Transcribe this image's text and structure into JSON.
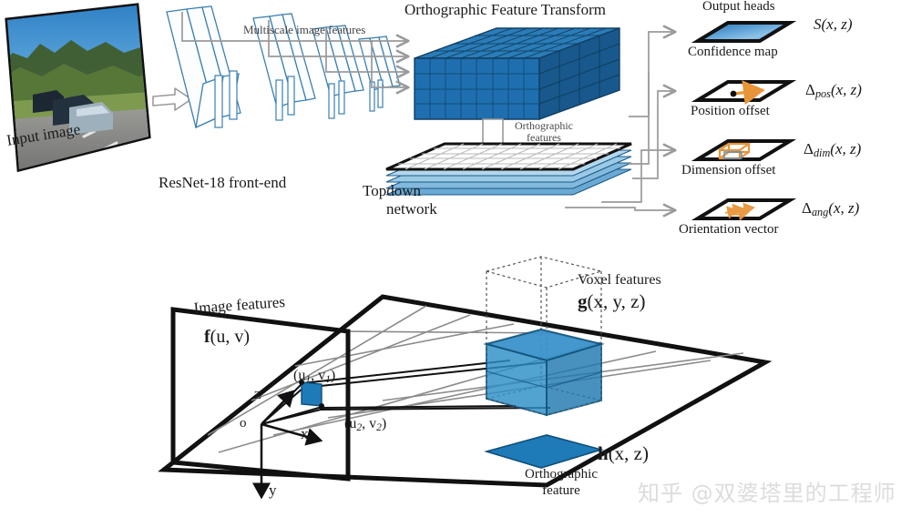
{
  "figure": {
    "title_top": "Orthographic Feature Transform",
    "watermark": "知乎 @双婆塔里的工程师"
  },
  "pipeline": {
    "input_image_label": "Input image",
    "backbone_label": "ResNet-18 front-end",
    "multiscale_label": "Multiscale image features",
    "oft_title": "Orthographic Feature Transform",
    "orthographic_features_label_line1": "Orthographic",
    "orthographic_features_label_line2": "features",
    "topdown_label_line1": "Topdown",
    "topdown_label_line2": "network",
    "output_heads_label": "Output heads",
    "heads": [
      {
        "name": "confidence-map",
        "label": "Confidence map",
        "math": "S(x, z)",
        "sym": "S",
        "subscript": ""
      },
      {
        "name": "position-offset",
        "label": "Position offset",
        "math": "Δpos(x, z)",
        "sym": "Δ",
        "subscript": "pos"
      },
      {
        "name": "dimension-offset",
        "label": "Dimension offset",
        "math": "Δdim(x, z)",
        "sym": "Δ",
        "subscript": "dim"
      },
      {
        "name": "orientation-vector",
        "label": "Orientation vector",
        "math": "Δang(x, z)",
        "sym": "Δ",
        "subscript": "ang"
      }
    ],
    "math_args": "(x, z)"
  },
  "oft_detail": {
    "image_features_label": "Image features",
    "image_features_math": "f(u, v)",
    "image_features_fn": "f",
    "image_features_args": "(u, v)",
    "point1": "(u1, v1)",
    "point1_base": "(u",
    "point1_sub1": "1",
    "point1_mid": ", v",
    "point1_sub2": "1",
    "point1_end": ")",
    "point2_base": "(u",
    "point2_sub1": "2",
    "point2_mid": ", v",
    "point2_sub2": "2",
    "point2_end": ")",
    "axis_x": "x",
    "axis_y": "y",
    "axis_z": "z",
    "origin": "o",
    "voxel_label": "Voxel features",
    "voxel_fn": "g",
    "voxel_args": "(x, y, z)",
    "ortho_fn": "h",
    "ortho_args": "(x, z)",
    "ortho_label_line1": "Orthographic",
    "ortho_label_line2": "feature"
  },
  "colors": {
    "voxel_blue": "#1f6fb0",
    "voxel_blue_light": "#2e8fc7",
    "slab_blue": "#3c7fb1",
    "arrow_gray": "#9a9a9a",
    "orange": "#e8953a",
    "dark": "#111111",
    "plane_gray": "#8c8c8c"
  }
}
